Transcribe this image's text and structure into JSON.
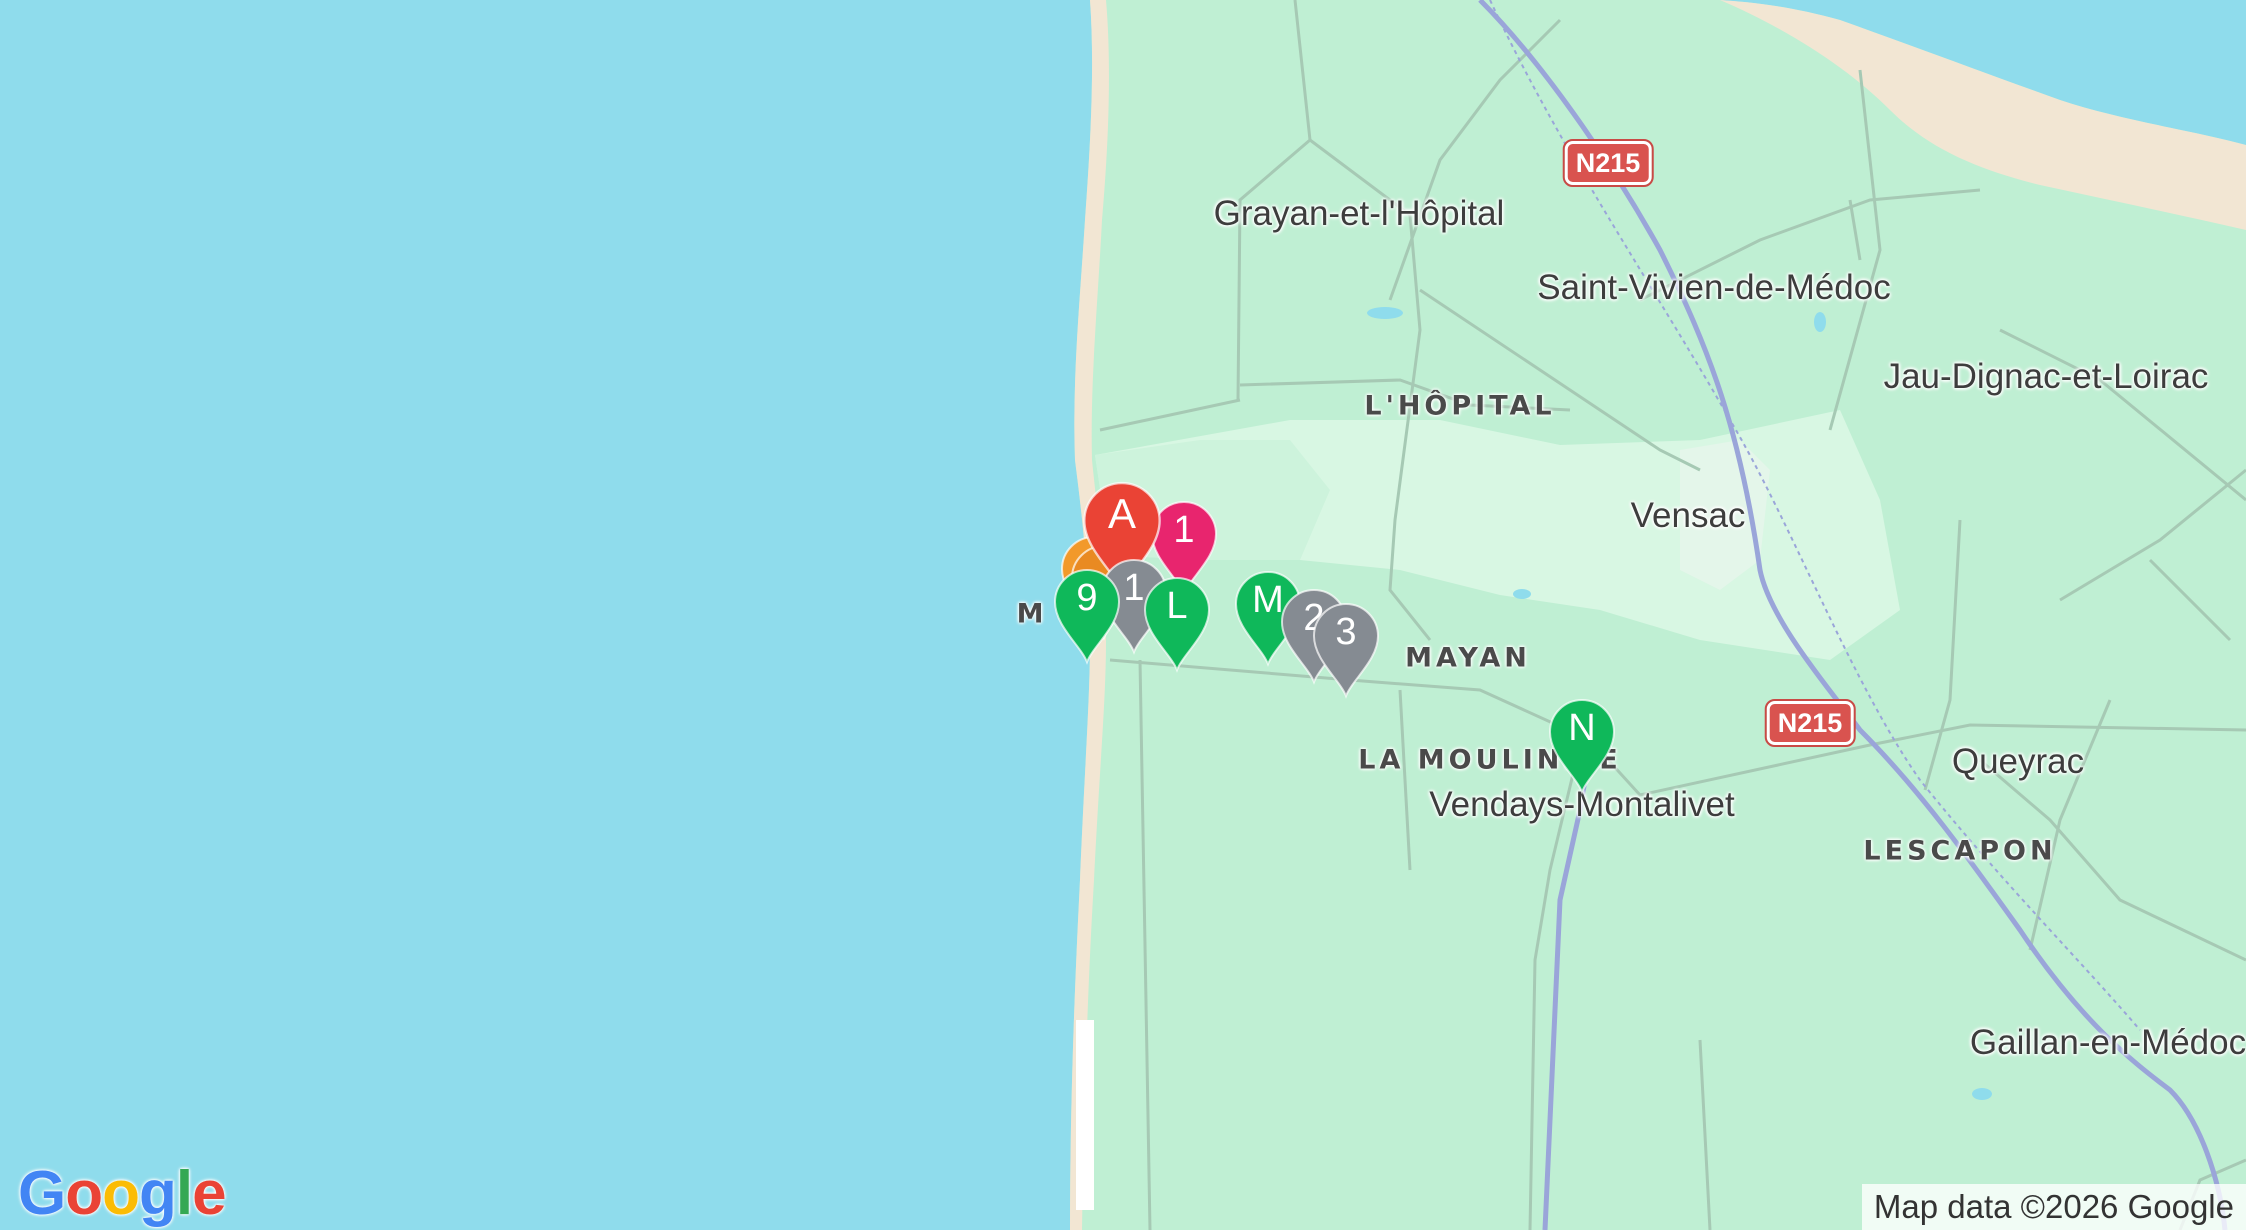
{
  "map": {
    "colors": {
      "water": "#8fdcec",
      "land": "#bfefd3",
      "forest": "#d8f7e3",
      "sand": "#f2e6d3",
      "road": "#9aa5d9",
      "minor_road": "#a6c9b4",
      "shield": "#d9534f",
      "marker_red": "#ea4335",
      "marker_pink": "#e8256e",
      "marker_green": "#0fb85a",
      "marker_gray": "#858b92",
      "marker_orange": "#f2992a"
    },
    "places": {
      "grayan": "Grayan-et-l'Hôpital",
      "saint_vivien": "Saint-Vivien-de-Médoc",
      "jau_dignac": "Jau-Dignac-et-Loirac",
      "vensac": "Vensac",
      "vendays": "Vendays-Montalivet",
      "queyrac": "Queyrac",
      "gaillan": "Gaillan-en-Médoc"
    },
    "areas": {
      "hopital": "L'HÔPITAL",
      "mayan": "MAYAN",
      "moulinere": "LA MOULINE E",
      "lescapon": "LESCAPON",
      "montalivet_partial": "M"
    },
    "road_shields": {
      "n215_north": "N215",
      "n215_south": "N215"
    },
    "markers": {
      "orange_a": "",
      "orange_b": "",
      "pink_1": "1",
      "red_a": "A",
      "gray_1": "1",
      "green_9": "9",
      "green_l": "L",
      "green_m": "M",
      "gray_2": "2",
      "gray_3": "3",
      "green_n": "N"
    },
    "logo": {
      "letters": [
        "G",
        "o",
        "o",
        "g",
        "l",
        "e"
      ],
      "colors": [
        "#4285f4",
        "#ea4335",
        "#fbbc05",
        "#4285f4",
        "#34a853",
        "#ea4335"
      ]
    },
    "attribution": "Map data ©2026 Google"
  }
}
